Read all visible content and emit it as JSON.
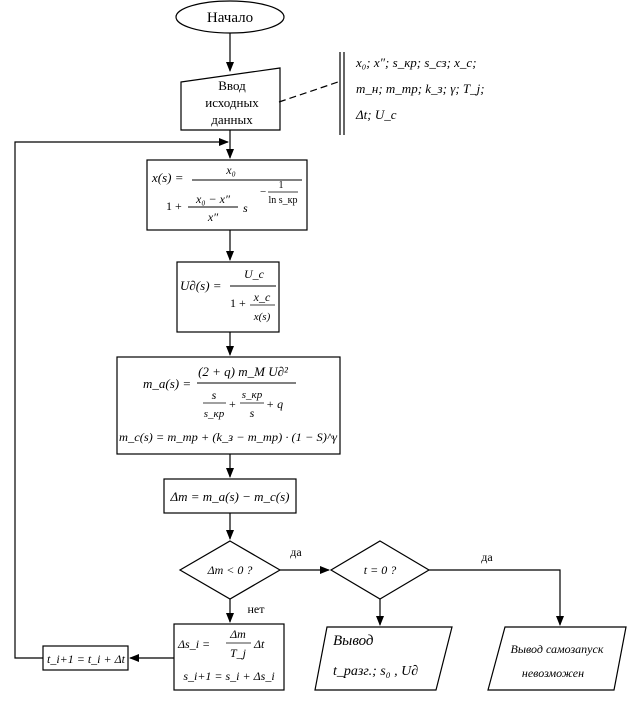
{
  "flowchart": {
    "start": "Начало",
    "input": {
      "lines": [
        "Ввод",
        "исходных",
        "данных"
      ]
    },
    "input_params": {
      "line1": "x₀; x″; s_кр; s_сз; x_c;",
      "line2": "m_н; m_тр; k_з; γ; T_j;",
      "line3": "Δt; U_c"
    },
    "block_x": {
      "lhs": "x(s) =",
      "num": "x₀",
      "den_a": "1 +",
      "den_frac_num": "x₀ − x″",
      "den_frac_den": "x″",
      "den_s": "s",
      "exp_minus": "−",
      "exp_num": "1",
      "exp_den": "ln s_кр"
    },
    "block_u": {
      "lhs": "U∂(s) =",
      "num": "U_c",
      "den_a": "1 +",
      "den_num": "x_c",
      "den_den": "x(s)"
    },
    "block_m": {
      "lhs1": "m_a(s) =",
      "num1": "(2 + q) m_M U∂²",
      "den1a_num": "s",
      "den1a_den": "s_кр",
      "plus": "+",
      "den1b_num": "s_кр",
      "den1b_den": "s",
      "den1c": "+ q",
      "line2": "m_c(s) = m_mp + (k_з − m_mp) · (1 − S)^γ"
    },
    "block_dm": "Δm = m_a(s) − m_c(s)",
    "decision1": {
      "text": "Δm < 0 ?",
      "yes": "да",
      "no": "нет"
    },
    "decision2": {
      "text": "t = 0 ?",
      "yes": "да"
    },
    "output1": {
      "title": "Вывод",
      "line2": "t_разг.; s₀ , U∂"
    },
    "output2": {
      "line1": "Вывод самозапуск",
      "line2": "невозможен"
    },
    "block_ds": {
      "line1_lhs": "Δs_i =",
      "line1_num": "Δm",
      "line1_den": "T_j",
      "line1_tail": "Δt",
      "line2": "s_i+1 = s_i + Δs_i"
    },
    "block_t": "t_i+1 = t_i + Δt"
  }
}
